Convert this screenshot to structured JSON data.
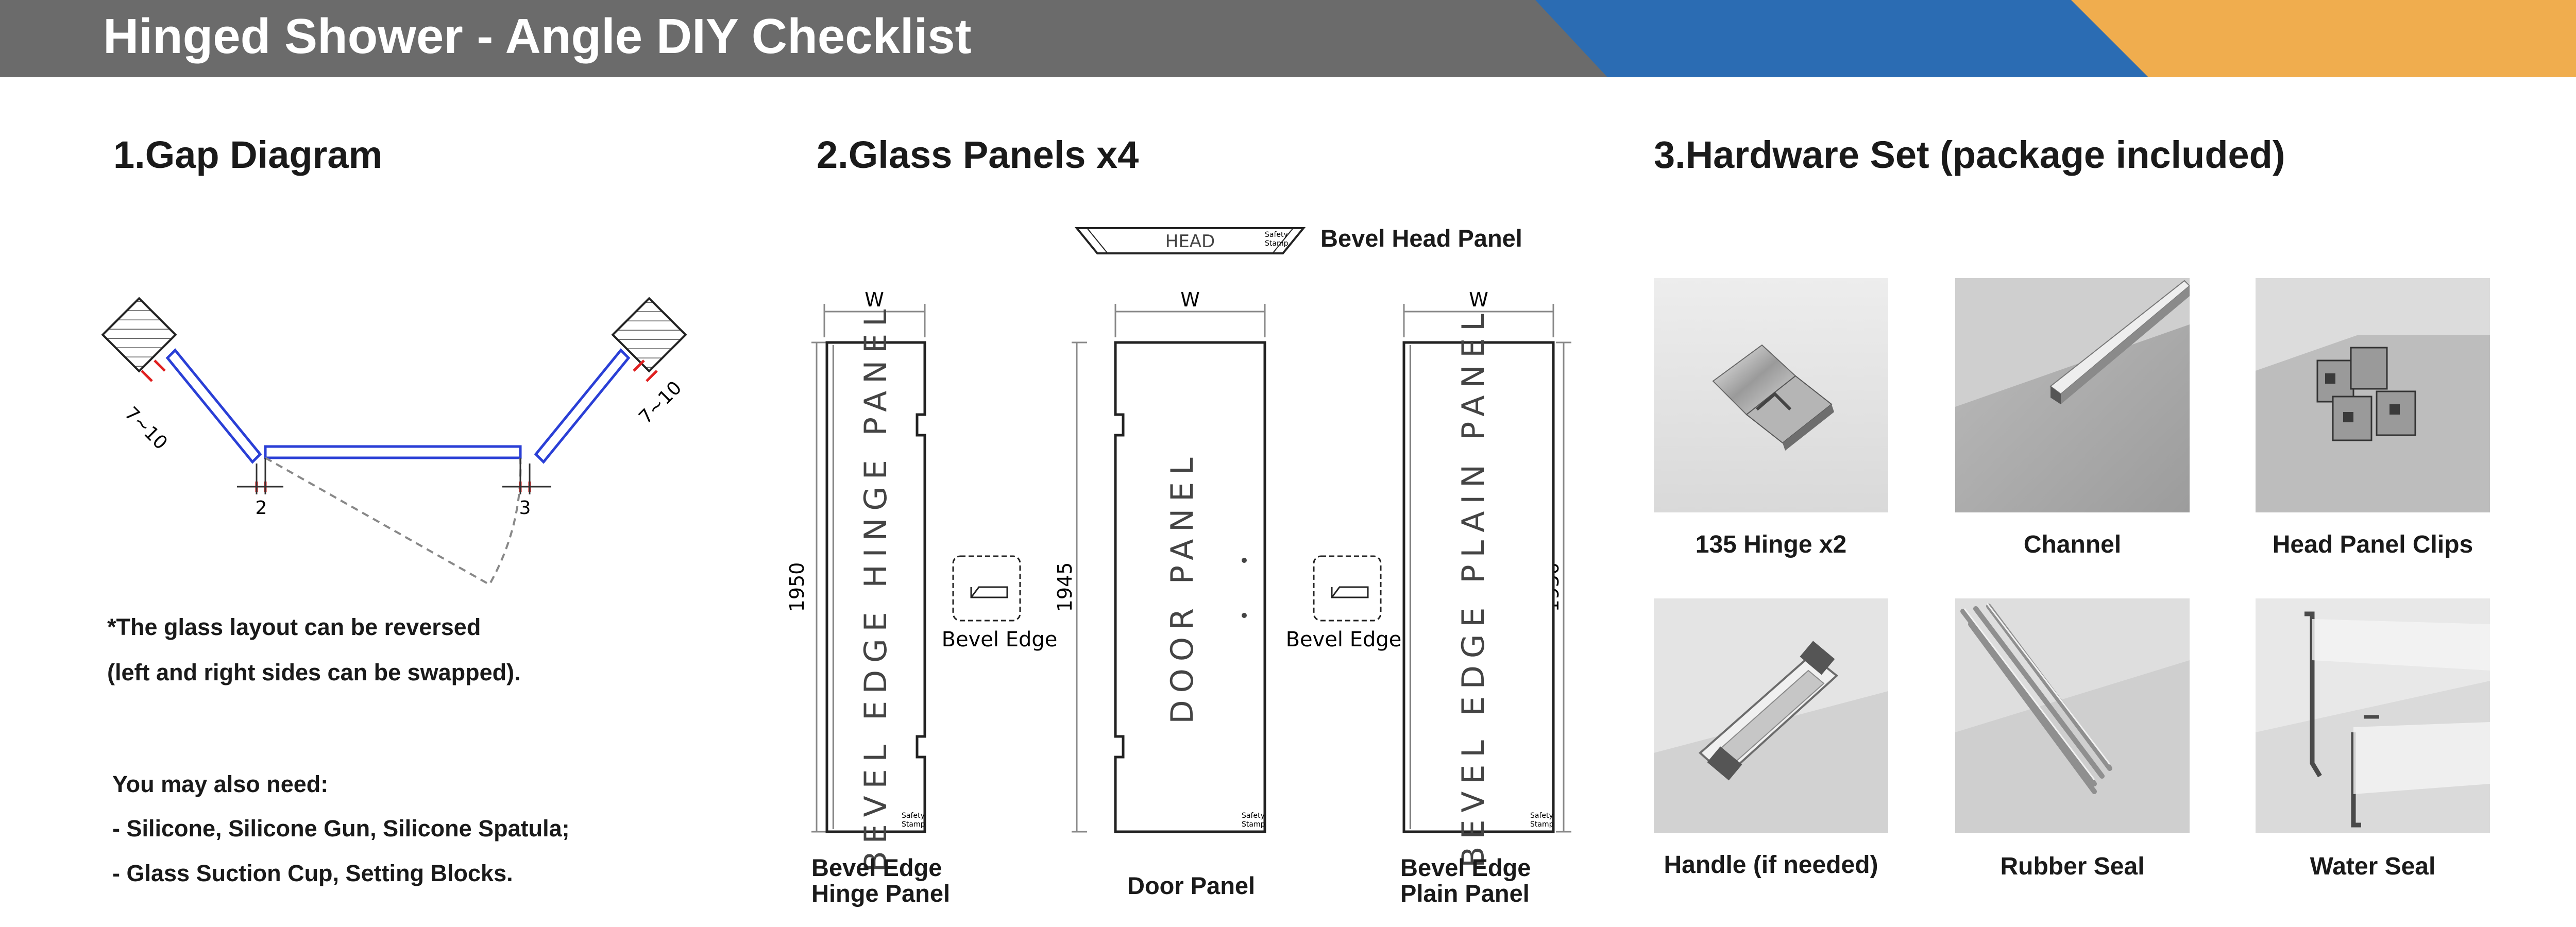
{
  "banner": {
    "title": "Hinged Shower - Angle DIY Checklist",
    "colors": {
      "gray": "#6b6b6b",
      "blue": "#2b6cb3",
      "orange": "#f0ad4e"
    }
  },
  "gap_section": {
    "title": "1.Gap Diagram",
    "gap_wall_left": "7~10",
    "gap_wall_right": "7~10",
    "gap_hinge": "2",
    "gap_latch": "3",
    "note_line1": "*The glass layout can be reversed",
    "note_line2": "(left and right sides can be swapped).",
    "also_need_title": "You may also need:",
    "also_need_items": [
      "-  Silicone, Silicone Gun, Silicone Spatula;",
      "-  Glass Suction Cup, Setting Blocks."
    ]
  },
  "glass_section": {
    "title": "2.Glass Panels x4",
    "head_panel_text": "HEAD",
    "safety_stamp_line1": "Safety",
    "safety_stamp_line2": "Stamp",
    "head_panel_label": "Bevel Head Panel",
    "width_label": "W",
    "bevel_edge_label": "Bevel Edge",
    "panels": [
      {
        "vertical_text": "BEVEL EDGE HINGE PANEL",
        "height": "1950",
        "caption_line1": "Bevel Edge",
        "caption_line2": "Hinge Panel"
      },
      {
        "vertical_text": "DOOR PANEL",
        "height": "1945",
        "caption_line1": "Door Panel",
        "caption_line2": ""
      },
      {
        "vertical_text": "BEVEL EDGE PLAIN PANEL",
        "height": "1950",
        "caption_line1": "Bevel Edge",
        "caption_line2": "Plain Panel"
      }
    ]
  },
  "hardware_section": {
    "title": "3.Hardware Set (package included)",
    "items": [
      {
        "label": "135 Hinge x2",
        "icon": "hinge-icon"
      },
      {
        "label": "Channel",
        "icon": "channel-icon"
      },
      {
        "label": "Head Panel Clips",
        "icon": "clips-icon"
      },
      {
        "label": "Handle (if needed)",
        "icon": "handle-icon"
      },
      {
        "label": "Rubber Seal",
        "icon": "rubber-seal-icon"
      },
      {
        "label": "Water Seal",
        "icon": "water-seal-icon"
      }
    ]
  }
}
